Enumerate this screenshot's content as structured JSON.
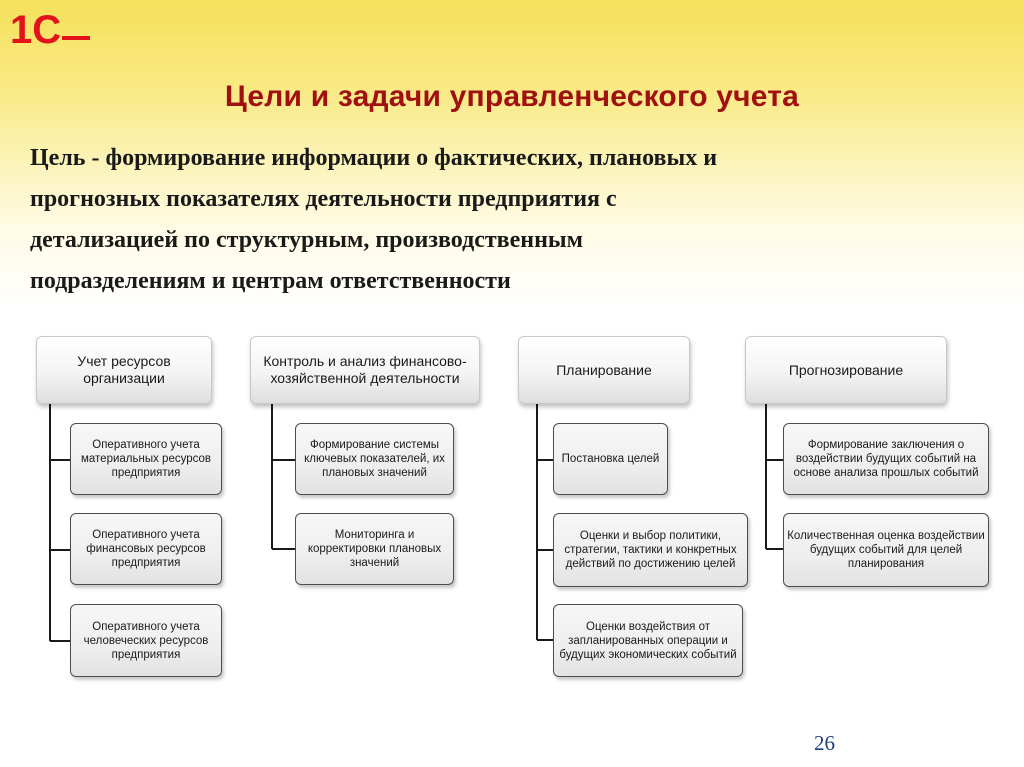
{
  "logo": {
    "text": "1С",
    "color": "#e3131b"
  },
  "title": "Цели и задачи управленческого учета",
  "goal_lines": [
    "Цель - формирование информации о фактических, плановых и",
    "прогнозных показателях деятельности предприятия с",
    "детализацией по структурным, производственным",
    "подразделениям и центрам ответственности"
  ],
  "columns": [
    {
      "header": "Учет ресурсов организации",
      "items": [
        "Оперативного учета материальных ресурсов предприятия",
        "Оперативного учета финансовых ресурсов предприятия",
        "Оперативного учета человеческих ресурсов предприятия"
      ]
    },
    {
      "header": "Контроль и анализ финансово-хозяйственной деятельности",
      "items": [
        "Формирование системы ключевых показателей, их плановых значений",
        "Мониторинга и корректировки плановых значений"
      ]
    },
    {
      "header": "Планирование",
      "items": [
        "Постановка целей",
        "Оценки и выбор политики, стратегии, тактики и конкретных действий по достижению целей",
        "Оценки воздействия от запланированных операции и будущих экономических событий"
      ]
    },
    {
      "header": "Прогнозирование",
      "items": [
        "Формирование заключения о воздействии будущих событий на основе анализа прошлых событий",
        "Количественная оценка воздействии будущих событий для целей планирования"
      ]
    }
  ],
  "page_number": "26",
  "colors": {
    "title": "#a01010",
    "page_number": "#1f3f7a"
  }
}
